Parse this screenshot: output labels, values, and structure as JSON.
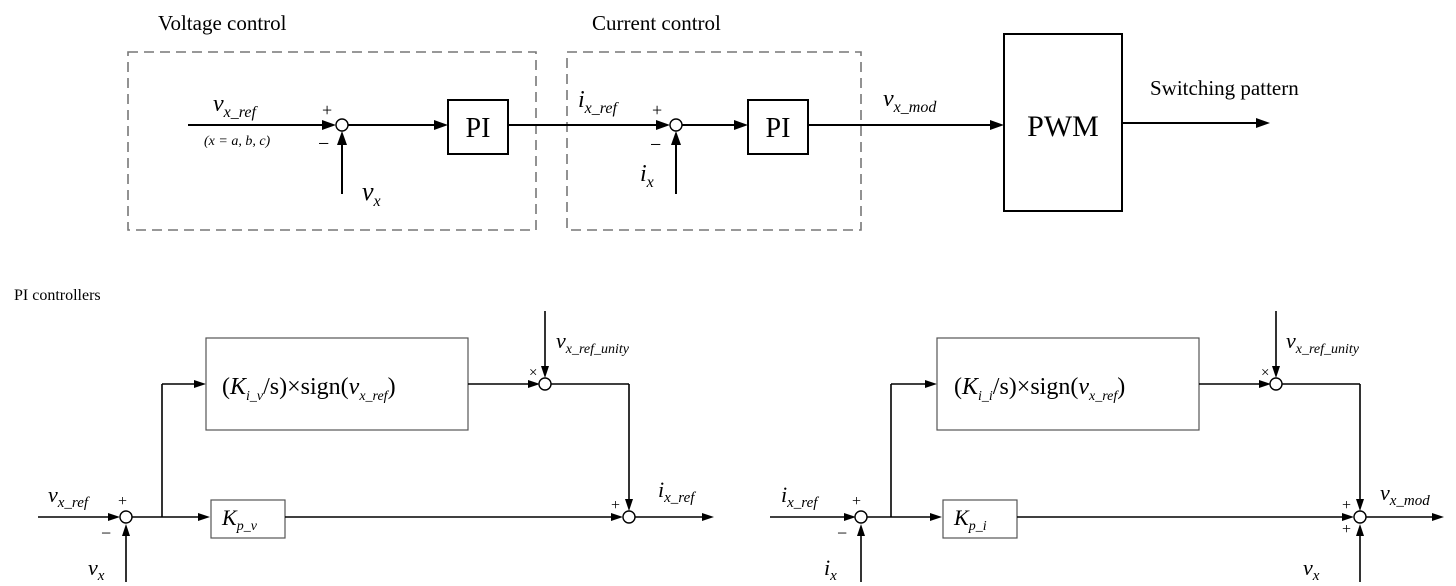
{
  "top": {
    "voltage_title": "Voltage control",
    "current_title": "Current control",
    "v_ref": {
      "base": "v",
      "sub": "x_ref"
    },
    "x_note": "(x = a, b, c)",
    "v_meas": {
      "base": "v",
      "sub": "x"
    },
    "i_ref": {
      "base": "i",
      "sub": "x_ref"
    },
    "i_meas": {
      "base": "i",
      "sub": "x"
    },
    "v_mod": {
      "base": "v",
      "sub": "x_mod"
    },
    "pi1": "PI",
    "pi2": "PI",
    "pwm": "PWM",
    "output": "Switching pattern",
    "plus": "+",
    "minus": "−"
  },
  "pi_title": "PI controllers",
  "left": {
    "input": {
      "base": "v",
      "sub": "x_ref"
    },
    "feedback": {
      "base": "v",
      "sub": "x"
    },
    "integ": {
      "k": "K",
      "ksub": "i_v",
      "mid": "/s)×sign(",
      "arg": "v",
      "argsub": "x_ref",
      "close": ")",
      "open": "("
    },
    "kp": {
      "base": "K",
      "sub": "p_v"
    },
    "unity": {
      "base": "v",
      "sub": "x_ref_unity"
    },
    "output": {
      "base": "i",
      "sub": "x_ref"
    },
    "times": "×",
    "plus": "+",
    "minus": "−"
  },
  "right": {
    "input": {
      "base": "i",
      "sub": "x_ref"
    },
    "feedback": {
      "base": "i",
      "sub": "x"
    },
    "integ": {
      "k": "K",
      "ksub": "i_i",
      "mid": "/s)×sign(",
      "arg": "v",
      "argsub": "x_ref",
      "close": ")",
      "open": "("
    },
    "kp": {
      "base": "K",
      "sub": "p_i"
    },
    "unity": {
      "base": "v",
      "sub": "x_ref_unity"
    },
    "output": {
      "base": "v",
      "sub": "x_mod"
    },
    "extra_input": {
      "base": "v",
      "sub": "x"
    },
    "times": "×",
    "plus": "+",
    "minus": "−"
  }
}
